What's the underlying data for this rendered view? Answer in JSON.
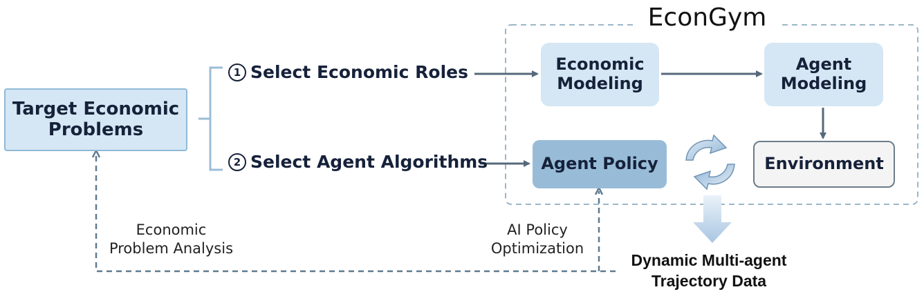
{
  "title": "EconGym",
  "input_box": {
    "label": "Target Economic\nProblems"
  },
  "steps": [
    {
      "number": "1",
      "label": "Select Economic Roles"
    },
    {
      "number": "2",
      "label": "Select Agent Algorithms"
    }
  ],
  "modules": {
    "economic_modeling": "Economic\nModeling",
    "agent_modeling": "Agent\nModeling",
    "agent_policy": "Agent Policy",
    "environment": "Environment"
  },
  "feedback_labels": {
    "economic_analysis": "Economic\nProblem Analysis",
    "ai_optimization": "AI Policy\nOptimization"
  },
  "output": "Dynamic Multi-agent\nTrajectory Data",
  "colors": {
    "light_box": "#d5e7f4",
    "policy_box": "#98bcd8",
    "arrow": "#56697b",
    "dashed": "#5f7a8f",
    "frame": "#9ab6c8"
  },
  "icons": {
    "cycle": "refresh-cycle-icon",
    "output_arrow": "down-arrow-icon"
  }
}
